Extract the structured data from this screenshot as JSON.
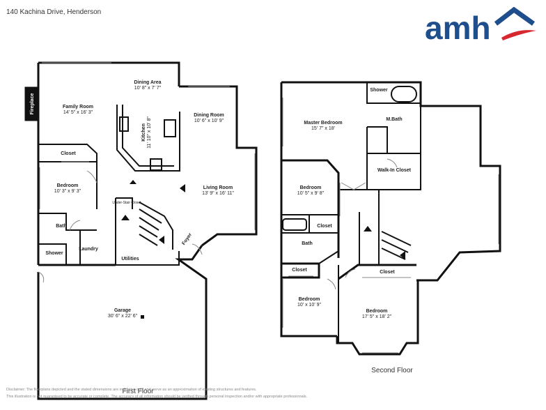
{
  "header": {
    "address": "140 Kachina Drive, Henderson"
  },
  "brand": {
    "logo_text": "amh",
    "logo_color": "#1f4e8c",
    "swoosh_color": "#d7282f"
  },
  "first_floor": {
    "label": "First Floor",
    "rooms": {
      "dining_area": {
        "name": "Dining Area",
        "dims": "10' 8\" x 7' 7\""
      },
      "family_room": {
        "name": "Family Room",
        "dims": "14' 5\" x 16' 3\""
      },
      "fireplace": {
        "name": "Fireplace"
      },
      "kitchen": {
        "name": "Kitchen",
        "dims": "11' 10\" x 10' 8\""
      },
      "dining_room": {
        "name": "Dining Room",
        "dims": "10' 6\" x 10' 9\""
      },
      "closet": {
        "name": "Closet"
      },
      "bedroom": {
        "name": "Bedroom",
        "dims": "10' 3\" x 9' 3\""
      },
      "living_room": {
        "name": "Living Room",
        "dims": "13' 9\" x 16' 11\""
      },
      "under_stair": {
        "name": "Under-Stair Closet"
      },
      "bath": {
        "name": "Bath"
      },
      "shower": {
        "name": "Shower"
      },
      "laundry": {
        "name": "Laundry"
      },
      "utilities": {
        "name": "Utilities"
      },
      "foyer": {
        "name": "Foyer"
      },
      "garage": {
        "name": "Garage",
        "dims": "30' 6\" x 22' 6\""
      }
    }
  },
  "second_floor": {
    "label": "Second Floor",
    "rooms": {
      "shower": {
        "name": "Shower"
      },
      "master_bedroom": {
        "name": "Master Bedroom",
        "dims": "15' 7\" x 18'"
      },
      "mbath": {
        "name": "M.Bath"
      },
      "walkin": {
        "name": "Walk-In Closet"
      },
      "bedroom_a": {
        "name": "Bedroom",
        "dims": "10' 5\" x 9' 8\""
      },
      "closet_a": {
        "name": "Closet"
      },
      "bath": {
        "name": "Bath"
      },
      "closet_b": {
        "name": "Closet"
      },
      "closet_c": {
        "name": "Closet"
      },
      "bedroom_b": {
        "name": "Bedroom",
        "dims": "10' x 10' 9\""
      },
      "bedroom_c": {
        "name": "Bedroom",
        "dims": "17' 5\" x 18' 2\""
      }
    }
  },
  "disclaimer": {
    "line1": "Disclaimer: The floorplans depicted and the stated dimensions are indicative only and serve as an approximation of existing structures and features.",
    "line2": "This illustration is not guaranteed to be accurate or complete. The accuracy of all information should be verified through personal inspection and/or with appropriate professionals."
  }
}
